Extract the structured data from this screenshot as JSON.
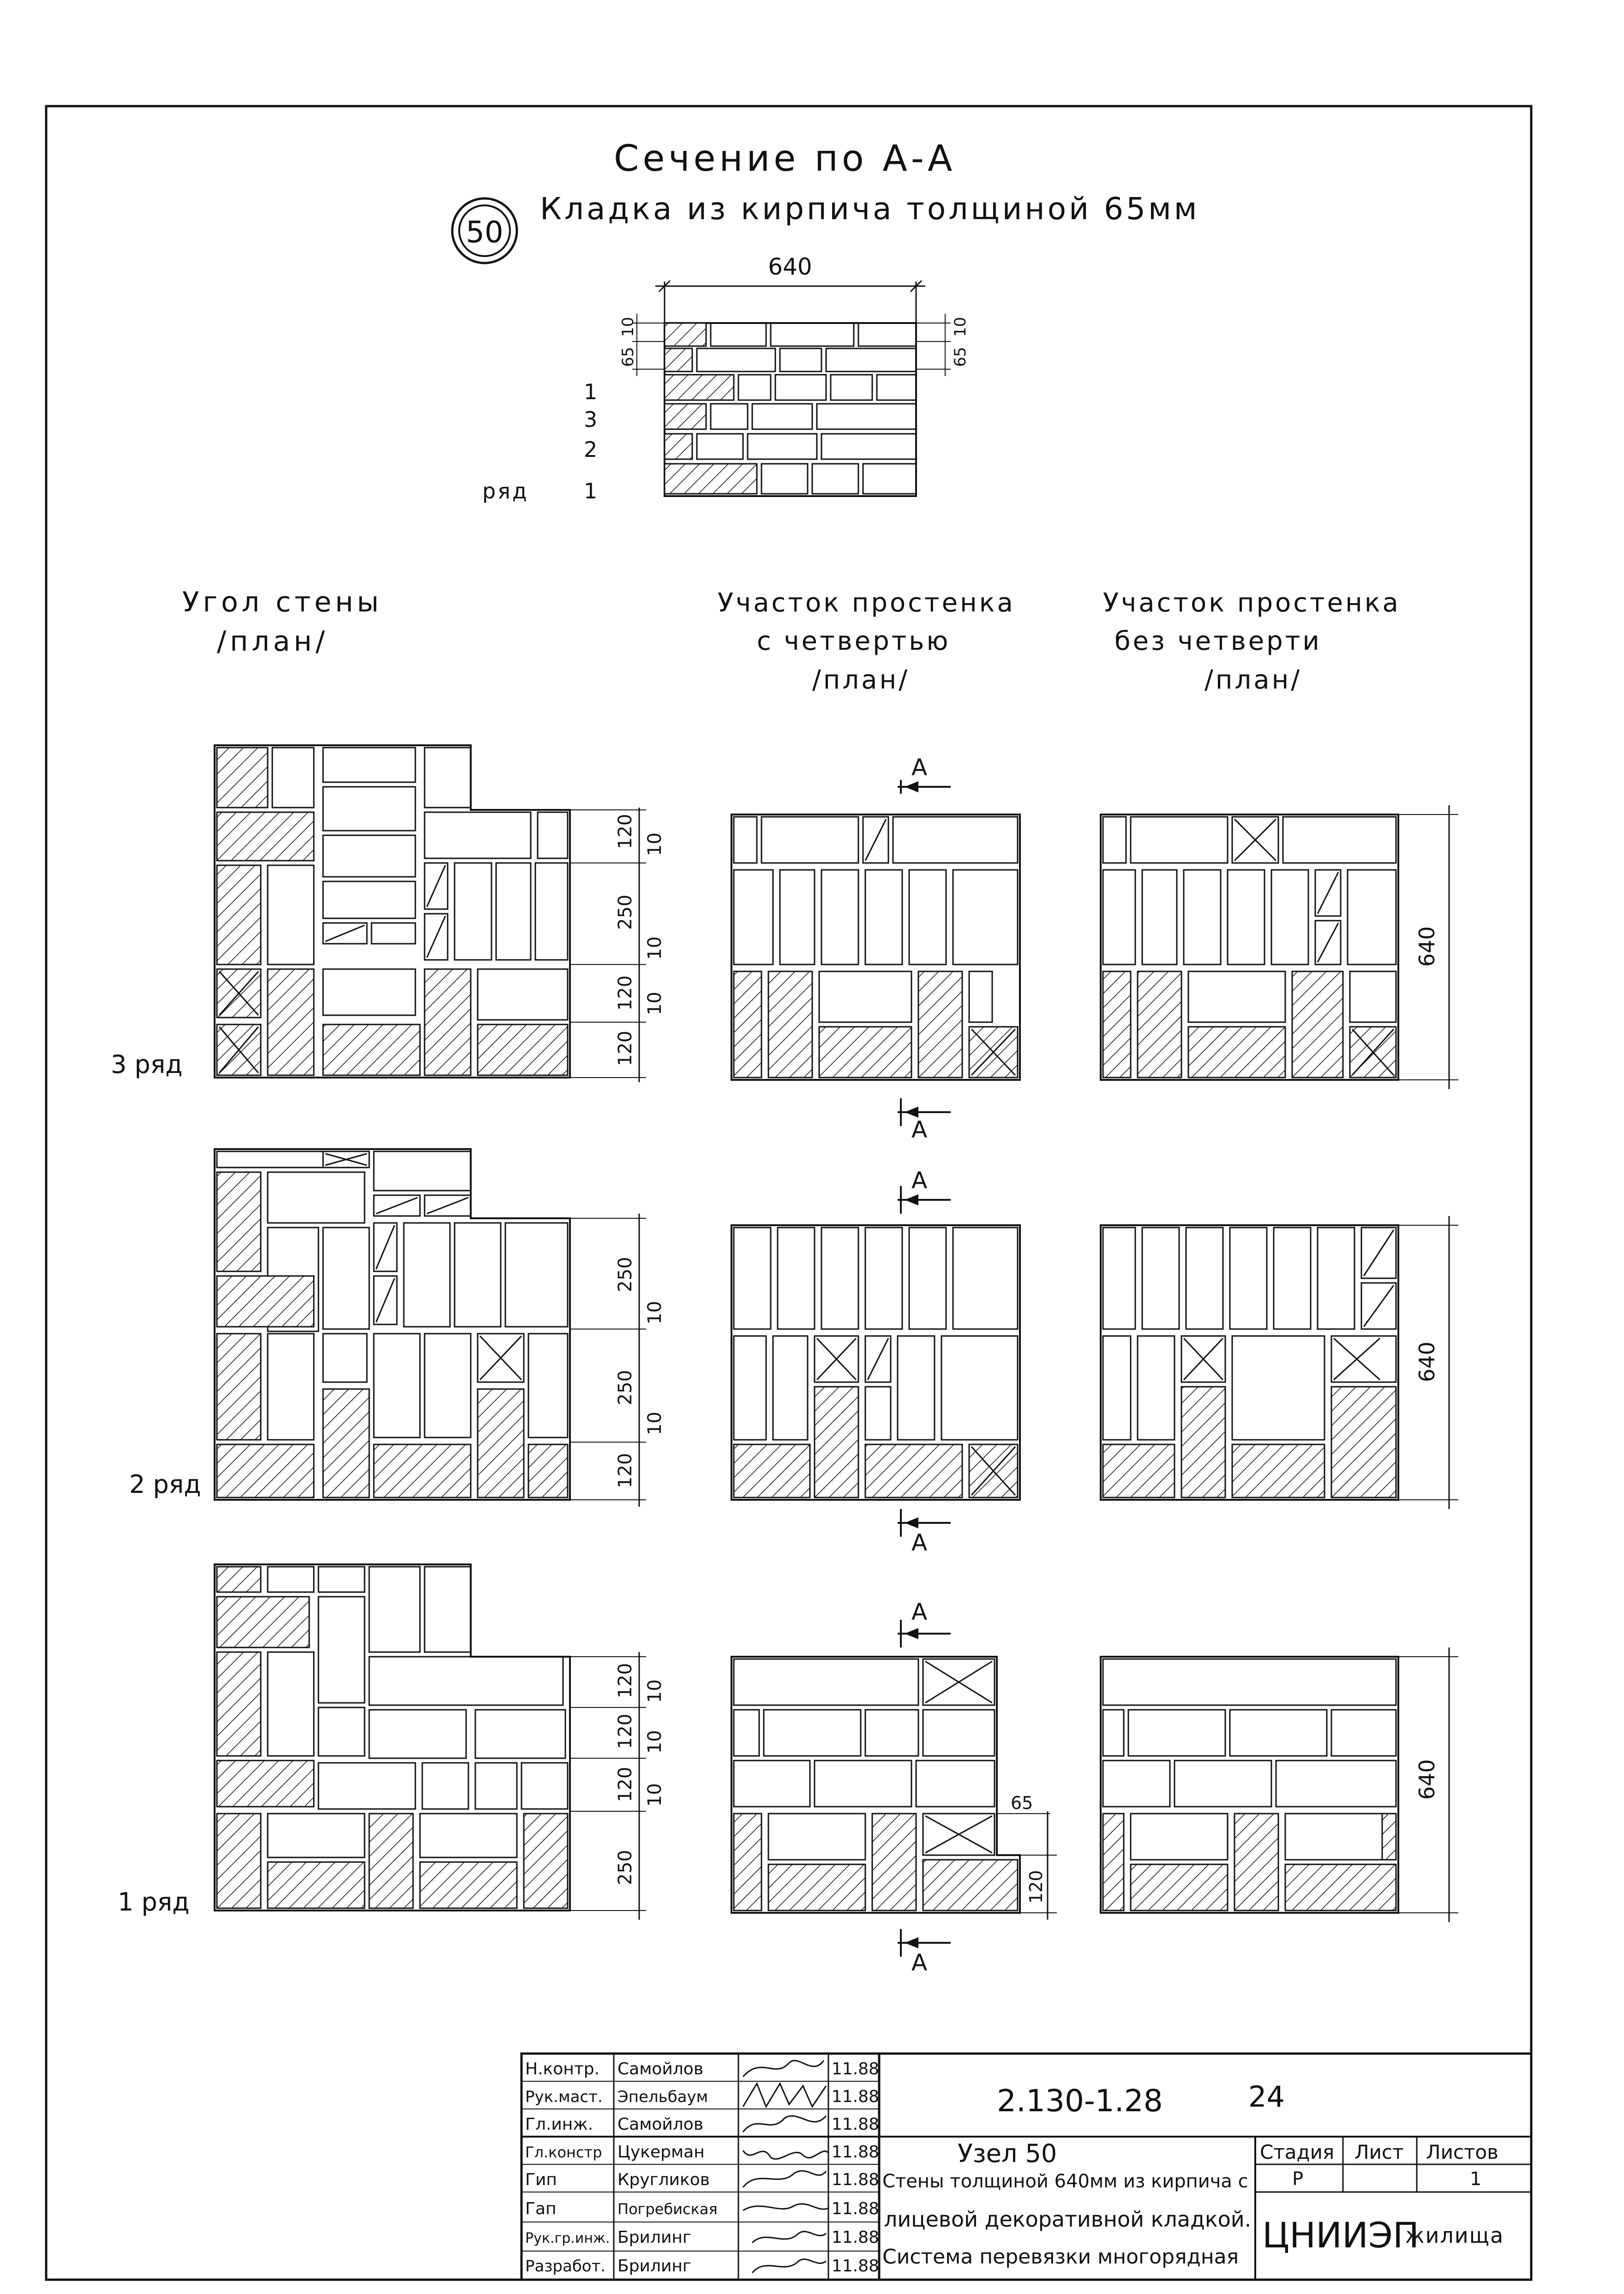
{
  "header": {
    "section_title": "Сечение по А-А",
    "node_number": "50",
    "subtitle": "Кладка из кирпича толщиной 65мм"
  },
  "section": {
    "width_dim": "640",
    "dim_65": "65",
    "dim_10": "10",
    "row_numbers": [
      "1",
      "3",
      "2",
      "1"
    ],
    "row_word": "ряд"
  },
  "columns": {
    "corner": {
      "line1": "Угол стены",
      "line2": "/план/"
    },
    "with_quarter": {
      "line1": "Участок простенка",
      "line2": "с четвертью",
      "line3": "/план/"
    },
    "without_quarter": {
      "line1": "Участок простенка",
      "line2": "без четверти",
      "line3": "/план/"
    }
  },
  "rows": [
    {
      "label": "3 ряд",
      "dims": [
        "120",
        "10",
        "250",
        "10",
        "120",
        "10",
        "120"
      ],
      "right_dim": "640"
    },
    {
      "label": "2 ряд",
      "dims": [
        "250",
        "10",
        "250",
        "10",
        "120"
      ],
      "right_dim": "640"
    },
    {
      "label": "1 ряд",
      "dims": [
        "120",
        "10",
        "120",
        "10",
        "120",
        "10",
        "250"
      ],
      "right_dim": "640",
      "dim_65": "65",
      "dim_120": "120"
    }
  ],
  "section_mark": "А",
  "title_block": {
    "people": [
      {
        "role": "Н.контр.",
        "name": "Самойлов",
        "date": "11.88"
      },
      {
        "role": "Рук.маст.",
        "name": "Эпельбаум",
        "date": "11.88"
      },
      {
        "role": "Гл.инж.",
        "name": "Самойлов",
        "date": "11.88"
      },
      {
        "role": "Гл.констр",
        "name": "Цукерман",
        "date": "11.88"
      },
      {
        "role": "Гип",
        "name": "Кругликов",
        "date": "11.88"
      },
      {
        "role": "Гап",
        "name": "Погребиская",
        "date": "11.88"
      },
      {
        "role": "Рук.гр.инж.",
        "name": "Брилинг",
        "date": "11.88"
      },
      {
        "role": "Разработ.",
        "name": "Брилинг",
        "date": "11.88"
      }
    ],
    "doc_code": "2.130-1.28",
    "page_number": "24",
    "node_title": "Узел 50",
    "description": [
      "Стены толщиной 640мм из кирпича с",
      "лицевой декоративной кладкой.",
      "Система перевязки многорядная"
    ],
    "stage_header": "Стадия",
    "sheet_header": "Лист",
    "sheets_header": "Листов",
    "stage": "Р",
    "sheet": "",
    "sheets": "1",
    "organization": {
      "main": "ЦНИИЭП",
      "suffix": "жилища"
    }
  }
}
